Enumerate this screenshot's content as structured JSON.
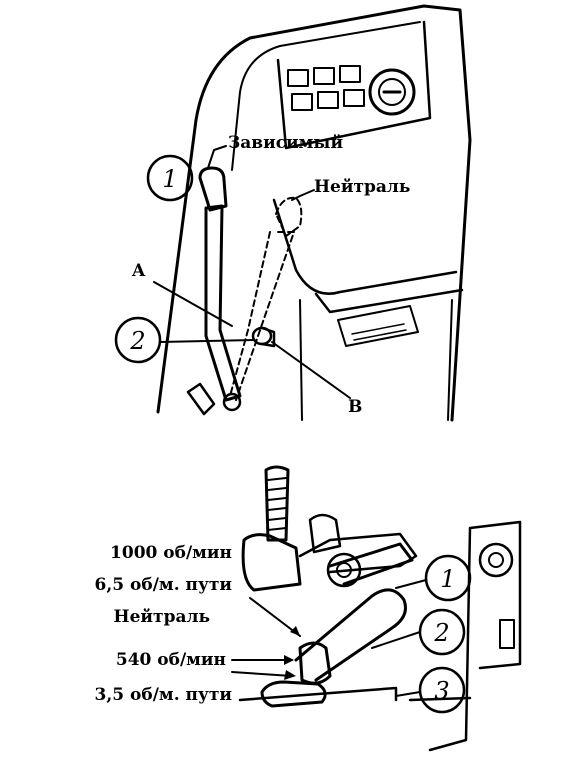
{
  "top": {
    "labels": {
      "dependent": "Зависимый",
      "neutral": "Нейтраль",
      "a": "A",
      "b": "B"
    },
    "callouts": [
      "1",
      "2"
    ]
  },
  "bottom": {
    "labels": {
      "rpm1000": "1000 об/мин",
      "track65": "6,5 об/м. пути",
      "neutral": "Нейтраль",
      "rpm540": "540 об/мин",
      "track35": "3,5 об/м. пути"
    },
    "callouts": [
      "1",
      "2",
      "3"
    ]
  }
}
